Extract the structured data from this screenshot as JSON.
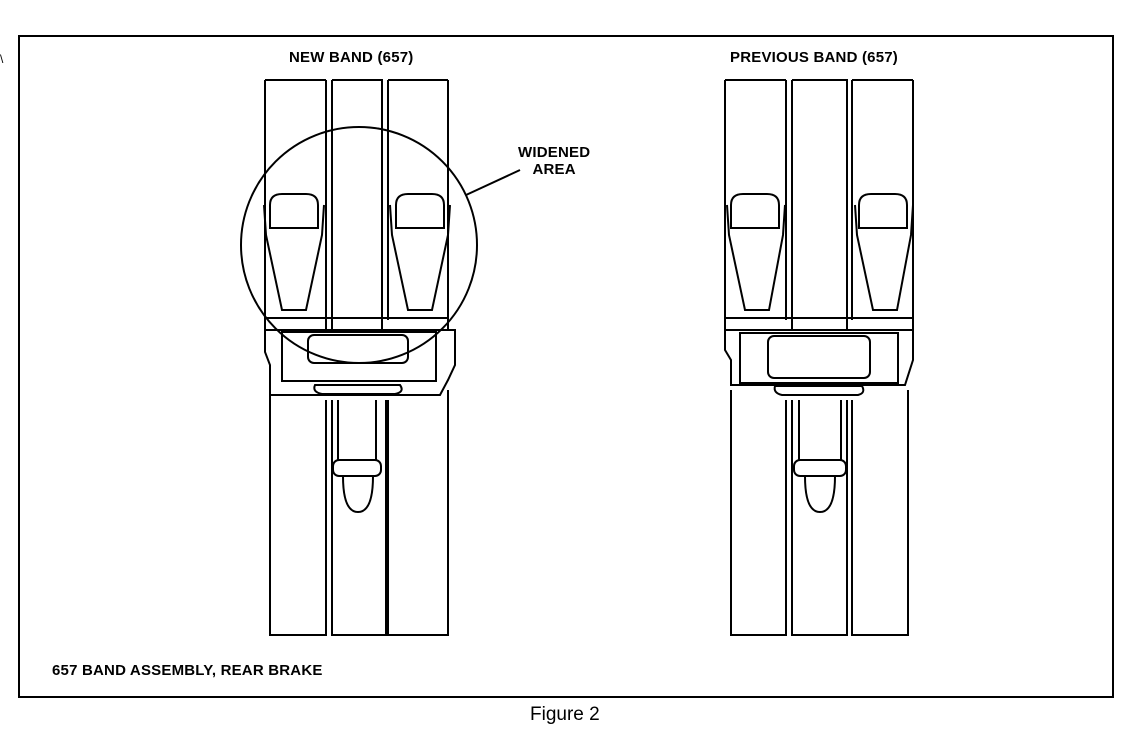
{
  "labels": {
    "new_band": "NEW BAND (657)",
    "previous_band": "PREVIOUS BAND (657)",
    "widened_line1": "WIDENED",
    "widened_line2": "AREA",
    "caption": "657  BAND ASSEMBLY, REAR BRAKE",
    "figure": "Figure 2",
    "edge_mark": "\\"
  }
}
